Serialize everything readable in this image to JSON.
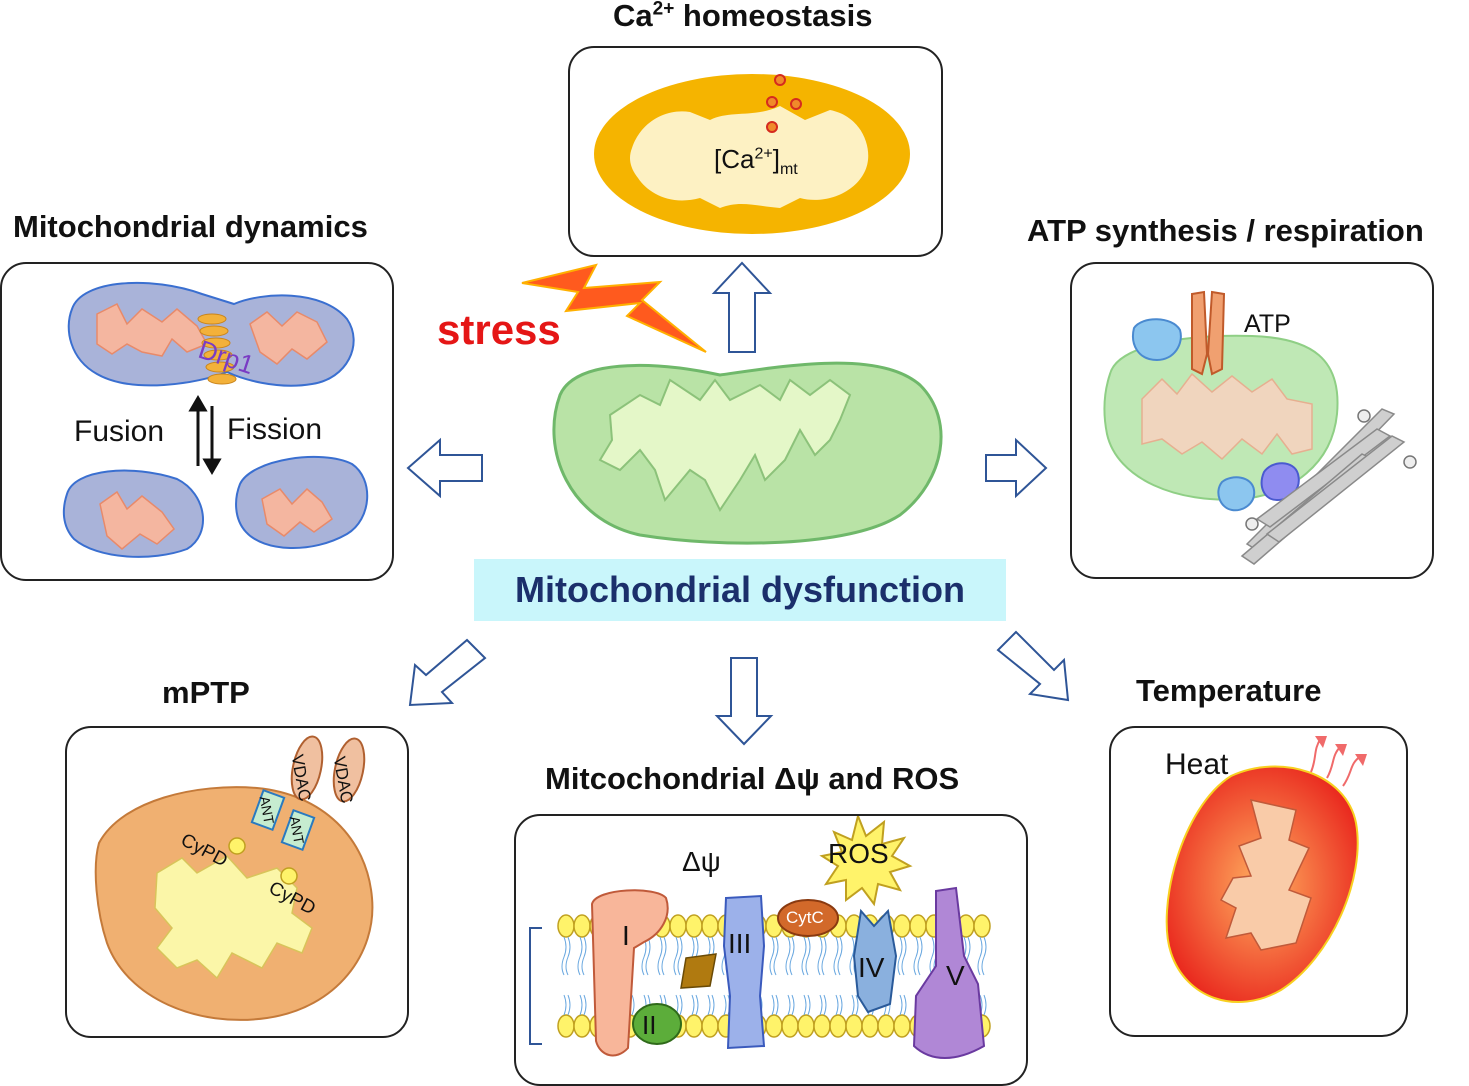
{
  "center": {
    "label": "Mitochondrial dysfunction",
    "stress_label": "stress"
  },
  "panels": {
    "calcium": {
      "title_main": "Ca",
      "title_sup": "2+",
      "title_rest": " homeostasis",
      "label_main": "[Ca",
      "label_sup": "2+",
      "label_close": "]",
      "label_sub": "mt"
    },
    "dynamics": {
      "title": "Mitochondrial dynamics",
      "drp1": "Drp1",
      "fusion": "Fusion",
      "fission": "Fission"
    },
    "atp": {
      "title": "ATP synthesis / respiration",
      "atp_label": "ATP"
    },
    "mptp": {
      "title": "mPTP",
      "vdac_1": "VDAC",
      "vdac_2": "VDAC",
      "ant_1": "ANT",
      "ant_2": "ANT",
      "cypd_1": "CyPD",
      "cypd_2": "CyPD"
    },
    "membrane": {
      "title": "Mitcochondrial Δψ and ROS",
      "delta_psi": "Δψ",
      "ros": "ROS",
      "cytc": "CytC",
      "complex_1": "I",
      "complex_2": "II",
      "complex_3": "III",
      "complex_4": "IV",
      "complex_5": "V"
    },
    "temperature": {
      "title": "Temperature",
      "heat": "Heat"
    }
  },
  "colors": {
    "arrow_stroke": "#2f5597",
    "stress_red": "#e51616",
    "calcium_orange": "#f5b400",
    "center_green": "#b9e3a6",
    "label_bg": "#c9f6fb",
    "label_text": "#1b2f6b"
  }
}
